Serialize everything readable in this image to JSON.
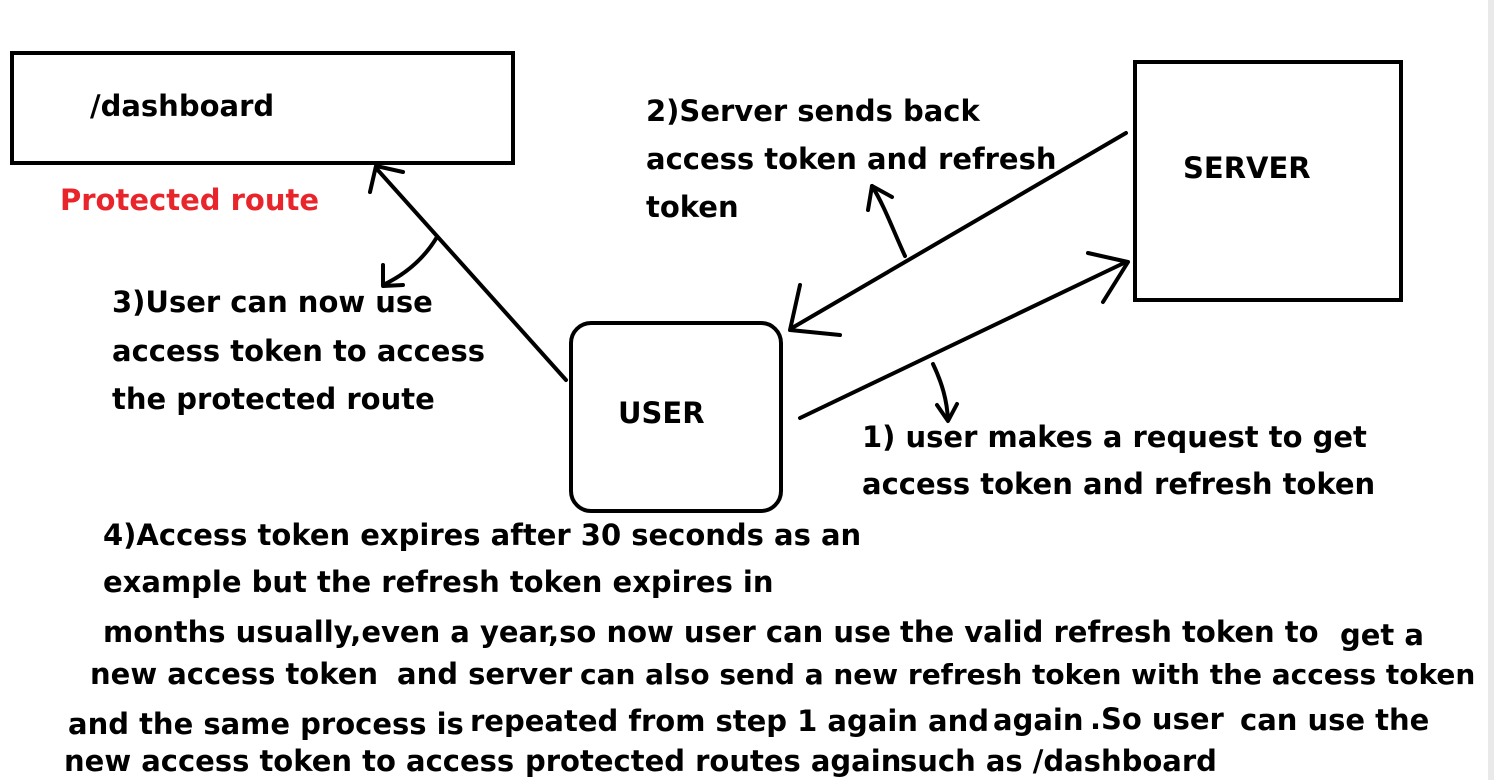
{
  "nodes": {
    "dashboard": "/dashboard",
    "server": "SERVER",
    "user": "USER"
  },
  "annotations": {
    "protected_route": "Protected route",
    "step2": [
      "2)Server sends back",
      "access token and refresh",
      "token"
    ],
    "step3": [
      "3)User can now use",
      "access token to access",
      "the protected route"
    ],
    "step1": [
      "1) user makes a request to get",
      "access token and refresh token"
    ]
  },
  "step4": {
    "line1": "4)Access token expires after 30 seconds as an",
    "line2": "example but the refresh token expires in",
    "line3a": "months usually,even a year,so now user can use",
    "line3b": "the valid refresh token to",
    "line3c": "get a",
    "line4a": "new access token",
    "line4b": "and server",
    "line4c": "can also send a new refresh token with the access token",
    "line5a": "and the same process is",
    "line5b": "repeated from step 1 again and",
    "line5c": "again",
    "line5d": ".So user",
    "line5e": "can use the",
    "line6a": "new access token to access",
    "line6b": "protected routes again",
    "line6c": "such as /dashboard"
  },
  "colors": {
    "accent_red": "#e8252b",
    "ink": "#000000"
  }
}
